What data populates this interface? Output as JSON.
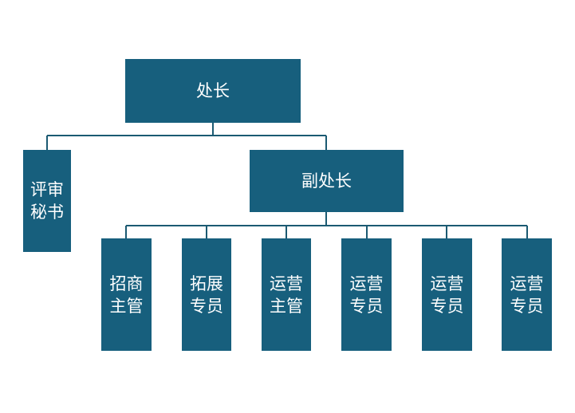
{
  "org_chart": {
    "head": "处长",
    "secretary": "评审秘书",
    "deputy": "副处长",
    "staff": [
      "招商主管",
      "拓展专员",
      "运营主管",
      "运营专员",
      "运营专员",
      "运营专员"
    ]
  },
  "colors": {
    "node_fill": "#175f7d",
    "connector": "#1b5a72",
    "text": "#ffffff"
  }
}
